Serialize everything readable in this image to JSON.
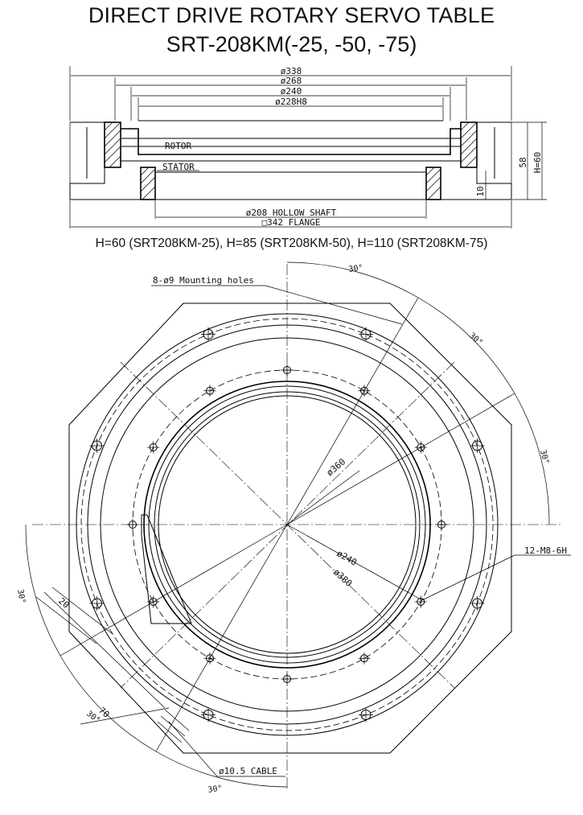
{
  "title_line1": "DIRECT DRIVE ROTARY SERVO TABLE",
  "title_line2": "SRT-208KM(-25, -50, -75)",
  "height_note": "H=60 (SRT208KM-25), H=85 (SRT208KM-50), H=110 (SRT208KM-75)",
  "side_view": {
    "dims": {
      "d338": "ø338",
      "d268": "ø268",
      "d240": "ø240",
      "d228": "ø228H8",
      "hollow": "ø208 HOLLOW SHAFT",
      "flange": "□342 FLANGE",
      "h58": "58",
      "hH": "H=60",
      "h10": "10"
    },
    "labels": {
      "rotor": "ROTOR",
      "stator": "STATOR"
    }
  },
  "top_view": {
    "labels": {
      "mounting": "8-ø9 Mounting holes",
      "tapped": "12-M8-6H",
      "cable": "ø10.5 CABLE",
      "d360": "ø360",
      "d240": "ø240",
      "d380": "ø380",
      "dim20": "20",
      "dim70": "70"
    },
    "angles": [
      "30°",
      "30°",
      "30°",
      "30°",
      "30°",
      "30°"
    ]
  },
  "colors": {
    "line": "#000000",
    "background": "#ffffff"
  }
}
